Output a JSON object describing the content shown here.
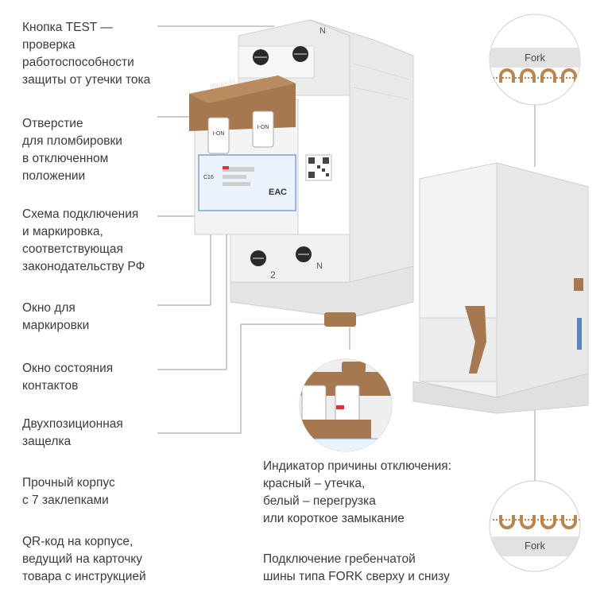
{
  "labels": {
    "test_button": "Кнопка TEST —\nпроверка\nработоспособности\nзащиты от утечки тока",
    "seal_hole": "Отверстие\nдля пломбировки\nв отключенном\nположении",
    "scheme": "Схема подключения\nи маркировка,\nсоответствующая\nзаконодательству РФ",
    "marking_window": "Окно для\nмаркировки",
    "contact_window": "Окно состояния\nконтактов",
    "latch": "Двухпозиционная\nзащелка",
    "housing": "Прочный корпус\nс 7 заклепками",
    "qr": "QR-код на корпусе,\nведущий на карточку\nтовара с инструкцией",
    "trip_indicator": "Индикатор причины отключения:\nкрасный – утечка,\nбелый – перегрузка\nили короткое замыкание",
    "busbar": "Подключение гребенчатой\nшины типа FORK сверху и снизу"
  },
  "fork_top": "Fork",
  "fork_bottom": "Fork",
  "device": {
    "brand": "WERKEL",
    "terminal_top_n": "N",
    "terminal_bottom_2": "2",
    "terminal_bottom_n": "N",
    "lever_label": "I-ON",
    "rating": "C16",
    "eac": "ЕАС"
  },
  "colors": {
    "accent_bronze": "#a5784f",
    "line_gray": "#9a9a9a",
    "body_white": "#f4f4f4",
    "fork_band": "#e2e2e2"
  }
}
